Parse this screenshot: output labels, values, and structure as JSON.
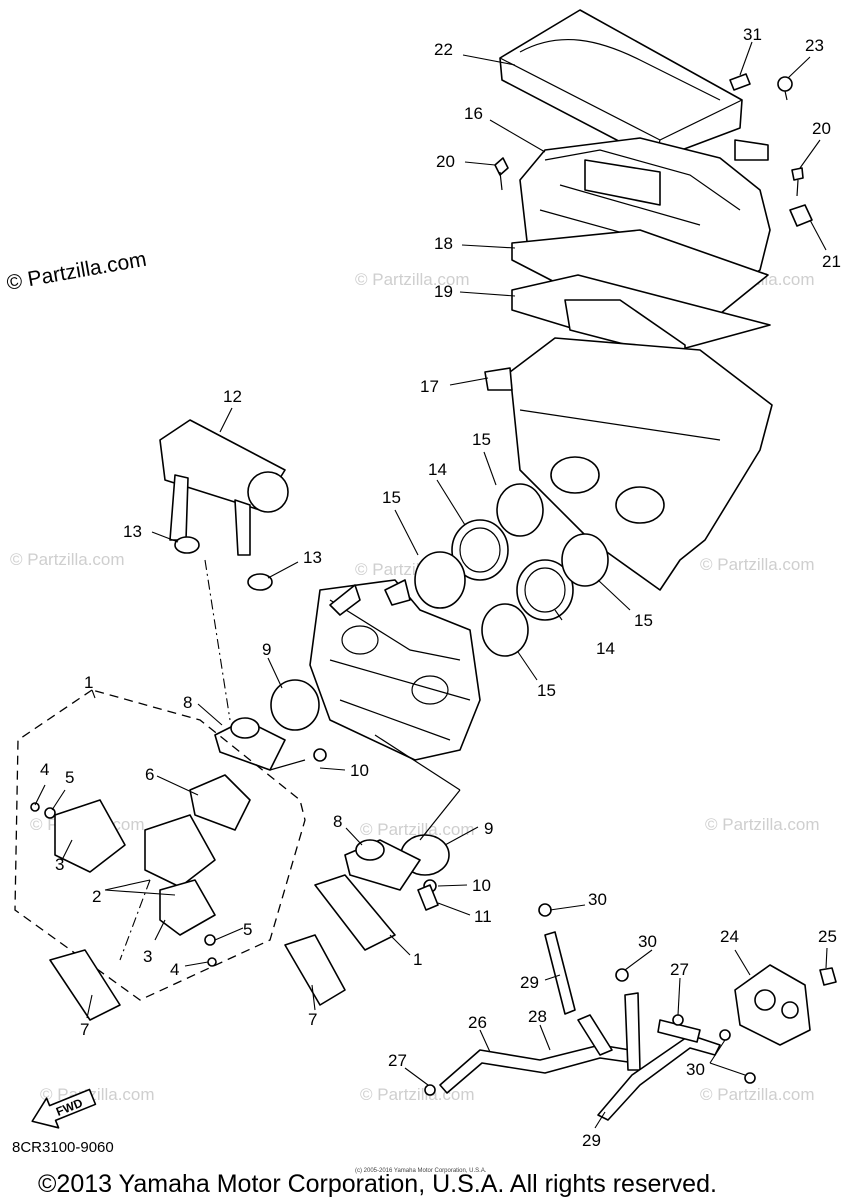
{
  "watermark": {
    "main": "© Partzilla.com",
    "faint": "© Partzilla.com"
  },
  "callouts": [
    "1",
    "1",
    "2",
    "3",
    "3",
    "4",
    "4",
    "5",
    "5",
    "6",
    "7",
    "7",
    "8",
    "8",
    "9",
    "9",
    "10",
    "10",
    "11",
    "12",
    "13",
    "13",
    "14",
    "14",
    "15",
    "15",
    "15",
    "15",
    "16",
    "17",
    "18",
    "19",
    "20",
    "20",
    "21",
    "22",
    "23",
    "24",
    "25",
    "26",
    "27",
    "27",
    "28",
    "29",
    "29",
    "30",
    "30",
    "30",
    "31"
  ],
  "fwd_label": "FWD",
  "diagram_code": "8CR3100-9060",
  "tiny_notice": "(c) 2005-2016 Yamaha Motor Corporation, U.S.A.",
  "copyright": "©2013 Yamaha Motor Corporation, U.S.A. All rights reserved."
}
